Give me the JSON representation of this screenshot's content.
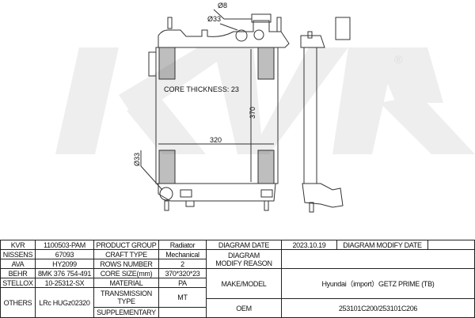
{
  "watermark": {
    "brand": "KVR",
    "registered": "®"
  },
  "drawing": {
    "core_thickness": "CORE THICKNESS: 23",
    "dim_width": "320",
    "dim_height": "370",
    "dim_pipe_top": "Ø33",
    "dim_pipe_bottom": "Ø33",
    "dim_small": "Ø8"
  },
  "table": {
    "kvr": {
      "label": "KVR",
      "value": "1100503-PAM"
    },
    "nissens": {
      "label": "NISSENS",
      "value": "67093"
    },
    "ava": {
      "label": "AVA",
      "value": "HY2099"
    },
    "behr": {
      "label": "BEHR",
      "value": "8MK 376 754-491"
    },
    "stellox": {
      "label": "STELLOX",
      "value": "10-25312-SX"
    },
    "others": {
      "label": "OTHERS",
      "value": "LRc HUGz02320"
    },
    "product_group": {
      "label": "PRODUCT GROUP",
      "value": "Radiator"
    },
    "craft_type": {
      "label": "CRAFT TYPE",
      "value": "Mechanical"
    },
    "rows_number": {
      "label": "ROWS NUMBER",
      "value": "2"
    },
    "core_size": {
      "label": "CORE SIZE(mm)",
      "value": "370*320*23"
    },
    "material": {
      "label": "MATERIAL",
      "value": "PA"
    },
    "transmission": {
      "label": "TRANSMISSION TYPE",
      "value": "MT"
    },
    "supplementary": {
      "label": "SUPPLEMENTARY",
      "value": ""
    },
    "diagram_date": {
      "label": "DIAGRAM DATE",
      "value": "2023.10.19"
    },
    "diagram_modify_date": {
      "label": "DIAGRAM MODIFY DATE",
      "value": ""
    },
    "diagram_modify_reason": {
      "label": "DIAGRAM MODIFY REASON",
      "value": ""
    },
    "make_model": {
      "label": "MAKE/MODEL",
      "value": "Hyundai（import）GETZ PRIME (TB)"
    },
    "oem": {
      "label": "OEM",
      "value": "253101C200/253101C206"
    }
  }
}
